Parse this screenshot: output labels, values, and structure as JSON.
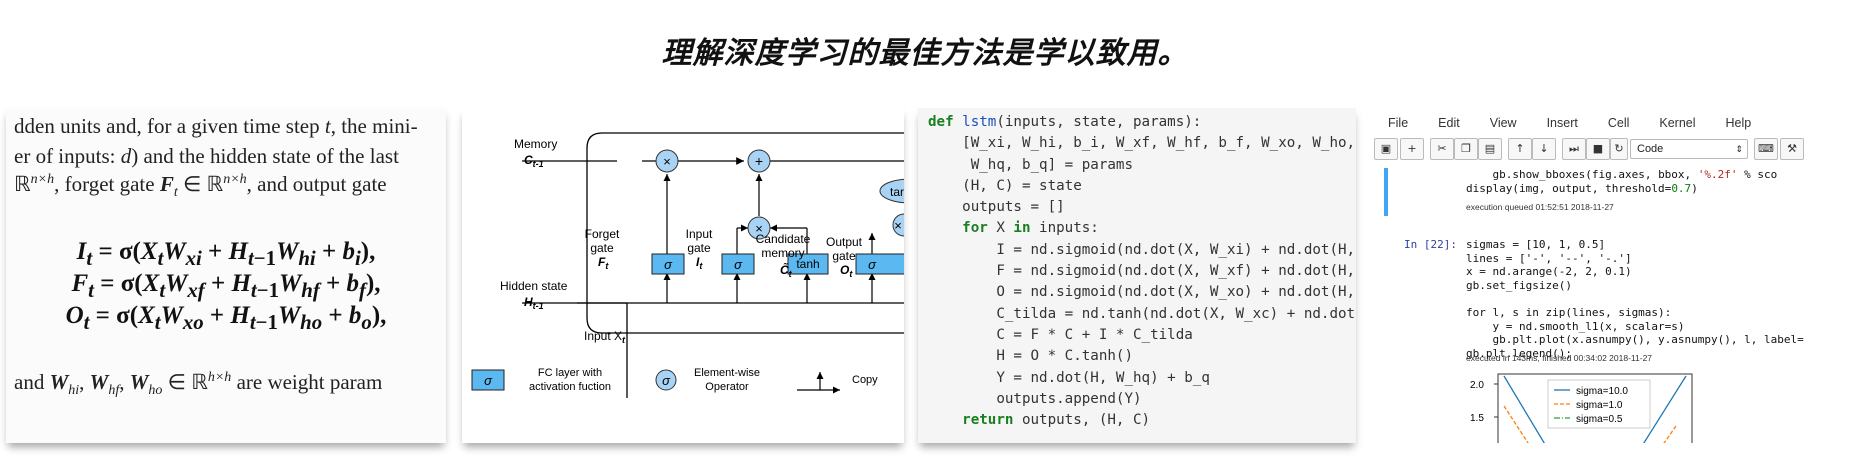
{
  "headline": "理解深度学习的最佳方法是学以致用。",
  "textbook": {
    "line1_a": "dden units and, for a given time step ",
    "line1_t": "t",
    "line1_b": ", the mini-",
    "line2_a": "er of inputs: ",
    "line2_d": "d",
    "line2_b": ")  and the hidden state of the last",
    "line3_a": "ℝ",
    "line3_sup": "n×h",
    "line3_b": ", forget gate ",
    "line3_F": "F",
    "line3_Fsub": "t",
    "line3_c": " ∈ ℝ",
    "line3_sup2": "n×h",
    "line3_d": ", and output gate",
    "eq_I": "I",
    "eq_F": "F",
    "eq_O": "O",
    "last_a": "and ",
    "last_b": "W",
    "last_c": " ∈ ℝ",
    "last_sup": "h×h",
    "last_d": " are weight param"
  },
  "diagram": {
    "memory": "Memory",
    "c_prev": "C",
    "c_prev_sub": "t-1",
    "hidden_state": "Hidden state",
    "h_prev": "H",
    "h_prev_sub": "t-1",
    "forget_gate_1": "Forget",
    "forget_gate_2": "gate",
    "forget_sym": "F",
    "forget_sub": "t",
    "input_gate_1": "Input",
    "input_gate_2": "gate",
    "input_sym": "I",
    "input_sub": "t",
    "candidate_1": "Candidate",
    "candidate_2": "memory",
    "candidate_sym": "C̃",
    "candidate_sub": "t",
    "output_gate_1": "Output",
    "output_gate_2": "gate",
    "output_sym": "O",
    "output_sub": "t",
    "input_x": "Input X",
    "input_x_sub": "t",
    "sigma": "σ",
    "tanh": "tanh",
    "tanh_cut": "tar",
    "times": "×",
    "plus": "+",
    "legend_fc_1": "FC layer with",
    "legend_fc_2": "activation fuction",
    "legend_ew_1": "Element-wise",
    "legend_ew_2": "Operator",
    "legend_copy": "Copy"
  },
  "code": {
    "l1_kw": "def",
    "l1_fn": "lstm",
    "l1_rest": "(inputs, state, params):",
    "l2": "    [W_xi, W_hi, b_i, W_xf, W_hf, b_f, W_xo, W_ho, b_c",
    "l3": "     W_hq, b_q] = params",
    "l4": "    (H, C) = state",
    "l5": "    outputs = []",
    "l6_kw": "for",
    "l6_a": " X ",
    "l6_kw2": "in",
    "l6_b": " inputs:",
    "l7": "        I = nd.sigmoid(nd.dot(X, W_xi) + nd.dot(H, W_h",
    "l8": "        F = nd.sigmoid(nd.dot(X, W_xf) + nd.dot(H, W_h",
    "l9": "        O = nd.sigmoid(nd.dot(X, W_xo) + nd.dot(H, W_h",
    "l10": "        C_tilda = nd.tanh(nd.dot(X, W_xc) + nd.dot(H,",
    "l11": "        C = F * C + I * C_tilda",
    "l12": "        H = O * C.tanh()",
    "l13": "        Y = nd.dot(H, W_hq) + b_q",
    "l14": "        outputs.append(Y)",
    "l15_kw": "return",
    "l15_rest": " outputs, (H, C)"
  },
  "notebook": {
    "menu": [
      "File",
      "Edit",
      "View",
      "Insert",
      "Cell",
      "Kernel",
      "Help"
    ],
    "cell_type": "Code",
    "prev_l1": "gb.show_bboxes(fig.axes, bbox, ",
    "prev_l1_s": "'%.2f'",
    "prev_l1_b": " % sco",
    "prev_l2": "display(img, output, threshold=",
    "prev_l2_n": "0.7",
    "prev_l2_b": ")",
    "prev_info": "execution queued 01:52:51 2018-11-27",
    "prompt": "In [22]:",
    "c1": "sigmas = [10, 1, 0.5]",
    "c2": "lines = ['-', '--', '-.']",
    "c3": "x = nd.arange(-2, 2, 0.1)",
    "c4": "gb.set_figsize()",
    "c6": "for l, s in zip(lines, sigmas):",
    "c7": "    y = nd.smooth_l1(x, scalar=s)",
    "c8": "    gb.plt.plot(x.asnumpy(), y.asnumpy(), l, label=",
    "c9": "gb.plt.legend();",
    "exec_info": "executed in 143ms, finished 00:34:02 2018-11-27",
    "colors": {
      "s1": "#1f77b4",
      "s2": "#ff7f0e",
      "s3": "#2ca02c"
    }
  },
  "chart_data": {
    "type": "line",
    "title": "",
    "xlabel": "",
    "ylabel": "",
    "y_ticks": [
      "2.0",
      "1.5"
    ],
    "series": [
      {
        "name": "sigma=10.0",
        "style": "solid"
      },
      {
        "name": "sigma=1.0",
        "style": "dashed"
      },
      {
        "name": "sigma=0.5",
        "style": "dashdot"
      }
    ]
  }
}
